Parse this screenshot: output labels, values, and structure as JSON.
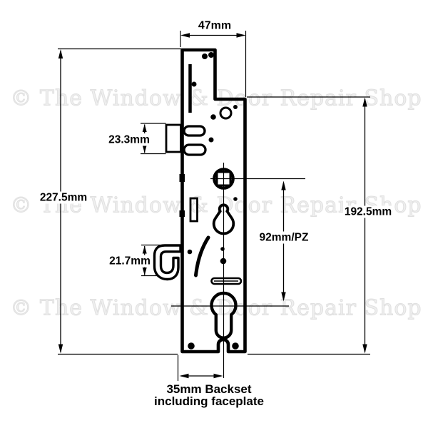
{
  "watermark": {
    "text": "© The Window & Door Repair Shop"
  },
  "labels": {
    "width_top": "47mm",
    "overall_height": "227.5mm",
    "latch_height": "23.3mm",
    "hook_height": "21.7mm",
    "pz_centres": "92mm/PZ",
    "body_height": "192.5mm",
    "backset_line1": "35mm Backset",
    "backset_line2": "including faceplate"
  },
  "colors": {
    "line": "#000000",
    "background": "#ffffff",
    "watermark": "#efefef"
  }
}
